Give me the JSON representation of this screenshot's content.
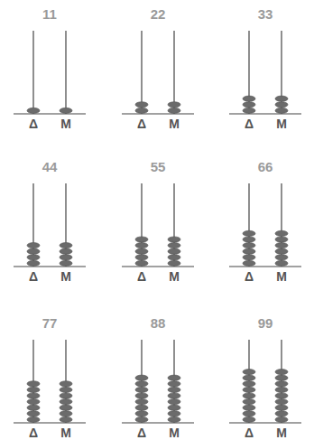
{
  "diagram": {
    "labels": [
      "11",
      "Δ",
      "M",
      "22",
      "Δ",
      "M",
      "33",
      "Δ",
      "M",
      "44",
      "Δ",
      "M",
      "55",
      "Δ",
      "M",
      "66",
      "Δ",
      "M",
      "77",
      "Δ",
      "M",
      "88",
      "Δ",
      "M",
      "99",
      "Δ",
      "M"
    ]
  }
}
